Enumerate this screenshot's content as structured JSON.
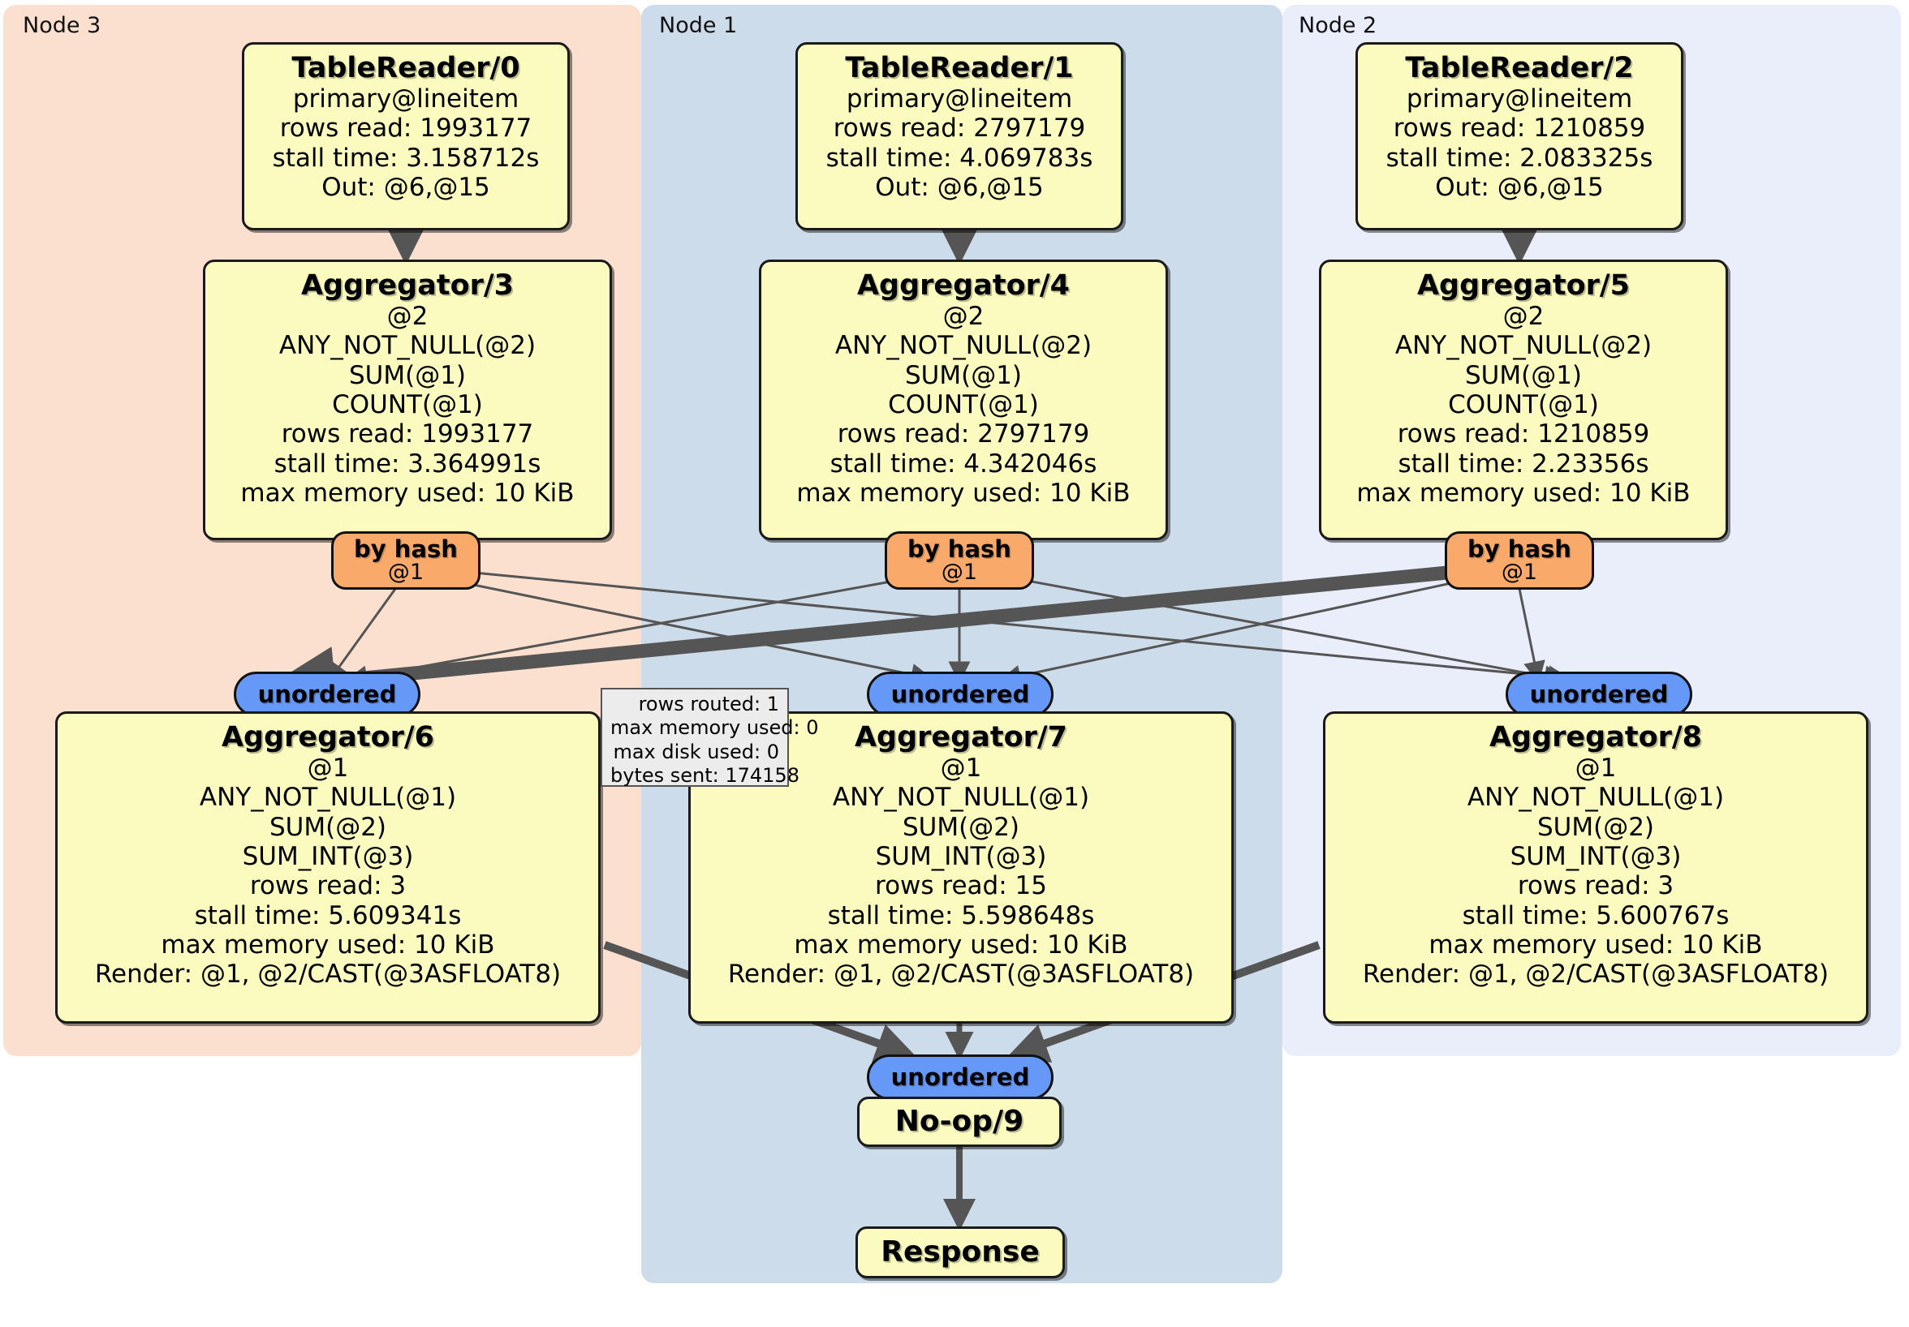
{
  "clusters": [
    {
      "label": "Node 3",
      "color": "#fbe0d0"
    },
    {
      "label": "Node 1",
      "color": "#cddcea"
    },
    {
      "label": "Node 2",
      "color": "#e9eefa"
    }
  ],
  "colors": {
    "node3_bg": "#fbe0d0",
    "node1_bg": "#cddcea",
    "node2_bg": "#e9eefa",
    "operator_bg": "#fbfbbf",
    "byhash_bg": "#f9a96a",
    "unordered_bg": "#6699f7",
    "stats_bg": "#ececec",
    "edge": "#555555",
    "border": "#1a1a1a"
  },
  "operators": {
    "table_reader_0": {
      "title": "TableReader/0",
      "lines": [
        "primary@lineitem",
        "rows read: 1993177",
        "stall time: 3.158712s",
        "Out: @6,@15"
      ]
    },
    "table_reader_1": {
      "title": "TableReader/1",
      "lines": [
        "primary@lineitem",
        "rows read: 2797179",
        "stall time: 4.069783s",
        "Out: @6,@15"
      ]
    },
    "table_reader_2": {
      "title": "TableReader/2",
      "lines": [
        "primary@lineitem",
        "rows read: 1210859",
        "stall time: 2.083325s",
        "Out: @6,@15"
      ]
    },
    "aggregator_3": {
      "title": "Aggregator/3",
      "lines": [
        "@2",
        "ANY_NOT_NULL(@2)",
        "SUM(@1)",
        "COUNT(@1)",
        "rows read: 1993177",
        "stall time: 3.364991s",
        "max memory used: 10 KiB"
      ]
    },
    "aggregator_4": {
      "title": "Aggregator/4",
      "lines": [
        "@2",
        "ANY_NOT_NULL(@2)",
        "SUM(@1)",
        "COUNT(@1)",
        "rows read: 2797179",
        "stall time: 4.342046s",
        "max memory used: 10 KiB"
      ]
    },
    "aggregator_5": {
      "title": "Aggregator/5",
      "lines": [
        "@2",
        "ANY_NOT_NULL(@2)",
        "SUM(@1)",
        "COUNT(@1)",
        "rows read: 1210859",
        "stall time: 2.23356s",
        "max memory used: 10 KiB"
      ]
    },
    "aggregator_6": {
      "title": "Aggregator/6",
      "lines": [
        "@1",
        "ANY_NOT_NULL(@1)",
        "SUM(@2)",
        "SUM_INT(@3)",
        "rows read: 3",
        "stall time: 5.609341s",
        "max memory used: 10 KiB",
        "Render: @1, @2/CAST(@3ASFLOAT8)"
      ]
    },
    "aggregator_7": {
      "title": "Aggregator/7",
      "lines": [
        "@1",
        "ANY_NOT_NULL(@1)",
        "SUM(@2)",
        "SUM_INT(@3)",
        "rows read: 15",
        "stall time: 5.598648s",
        "max memory used: 10 KiB",
        "Render: @1, @2/CAST(@3ASFLOAT8)"
      ]
    },
    "aggregator_8": {
      "title": "Aggregator/8",
      "lines": [
        "@1",
        "ANY_NOT_NULL(@1)",
        "SUM(@2)",
        "SUM_INT(@3)",
        "rows read: 3",
        "stall time: 5.600767s",
        "max memory used: 10 KiB",
        "Render: @1, @2/CAST(@3ASFLOAT8)"
      ]
    },
    "noop_9": {
      "title": "No-op/9",
      "lines": []
    },
    "response": {
      "title": "Response",
      "lines": []
    }
  },
  "routers": {
    "by_hash_3": {
      "type": "by hash",
      "column": "@1"
    },
    "by_hash_4": {
      "type": "by hash",
      "column": "@1"
    },
    "by_hash_5": {
      "type": "by hash",
      "column": "@1"
    }
  },
  "streams": {
    "unordered_left": {
      "label": "unordered"
    },
    "unordered_center": {
      "label": "unordered"
    },
    "unordered_right": {
      "label": "unordered"
    },
    "unordered_final": {
      "label": "unordered"
    }
  },
  "stats_tooltip": {
    "rows_routed": "rows routed: 1",
    "max_memory_used": "max memory used: 0",
    "max_disk_used": "max disk used: 0",
    "bytes_sent": "bytes sent: 174158"
  }
}
